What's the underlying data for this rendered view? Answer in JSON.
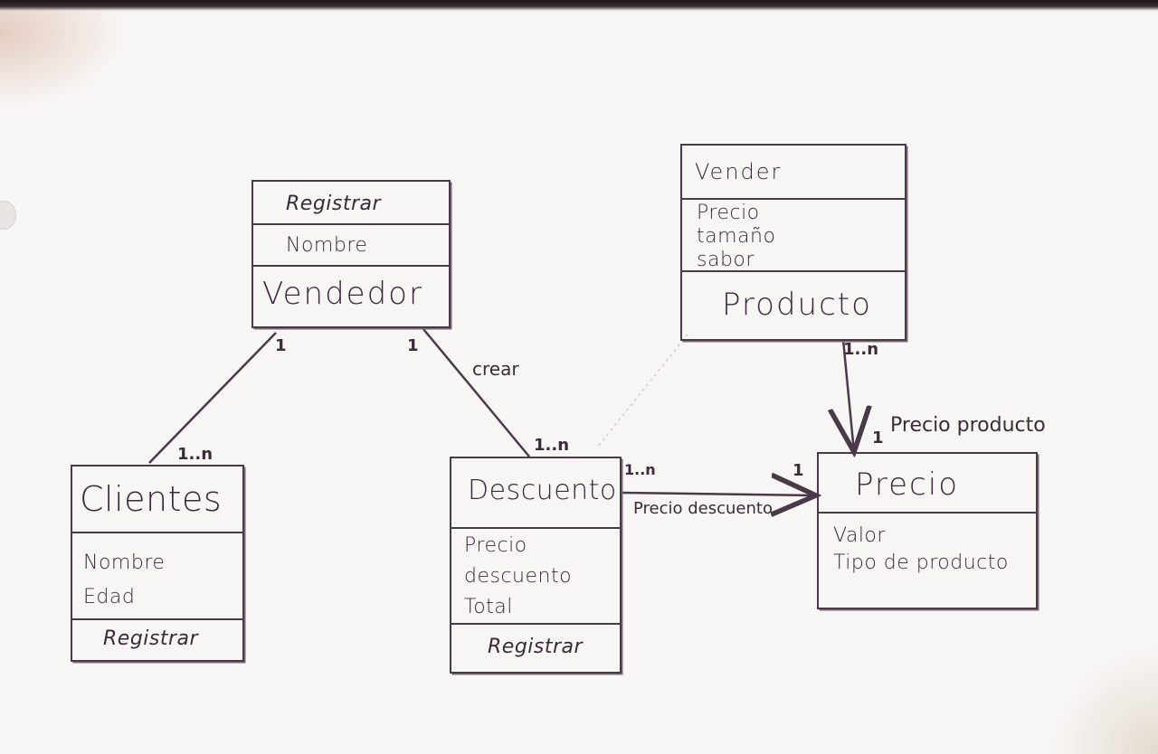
{
  "classes": {
    "vendedor": {
      "methods": "Registrar",
      "attributes": "Nombre",
      "name": "Vendedor"
    },
    "producto": {
      "methods": "Vender",
      "attributes": "Precio\ntamaño\nsabor",
      "name": "Producto"
    },
    "clientes": {
      "name": "Clientes",
      "attributes": "Nombre\nEdad",
      "methods": "Registrar"
    },
    "descuento": {
      "name": "Descuento",
      "attributes": "Precio\ndescuento\nTotal",
      "methods": "Registrar"
    },
    "precio": {
      "name": "Precio",
      "attributes": "Valor\nTipo de producto"
    }
  },
  "associations": {
    "vendedor_clientes": {
      "mult_vendedor": "1",
      "mult_clientes": "1..n"
    },
    "vendedor_descuento": {
      "label": "crear",
      "mult_vendedor": "1",
      "mult_descuento": "1..n"
    },
    "producto_precio": {
      "label": "Precio producto",
      "mult_producto": "1..n",
      "mult_precio": "1"
    },
    "descuento_precio": {
      "label": "Precio descuento",
      "mult_descuento": "1..n",
      "mult_precio": "1"
    }
  },
  "colors": {
    "ink": "#4a3948",
    "paper": "#f8f6f5"
  }
}
